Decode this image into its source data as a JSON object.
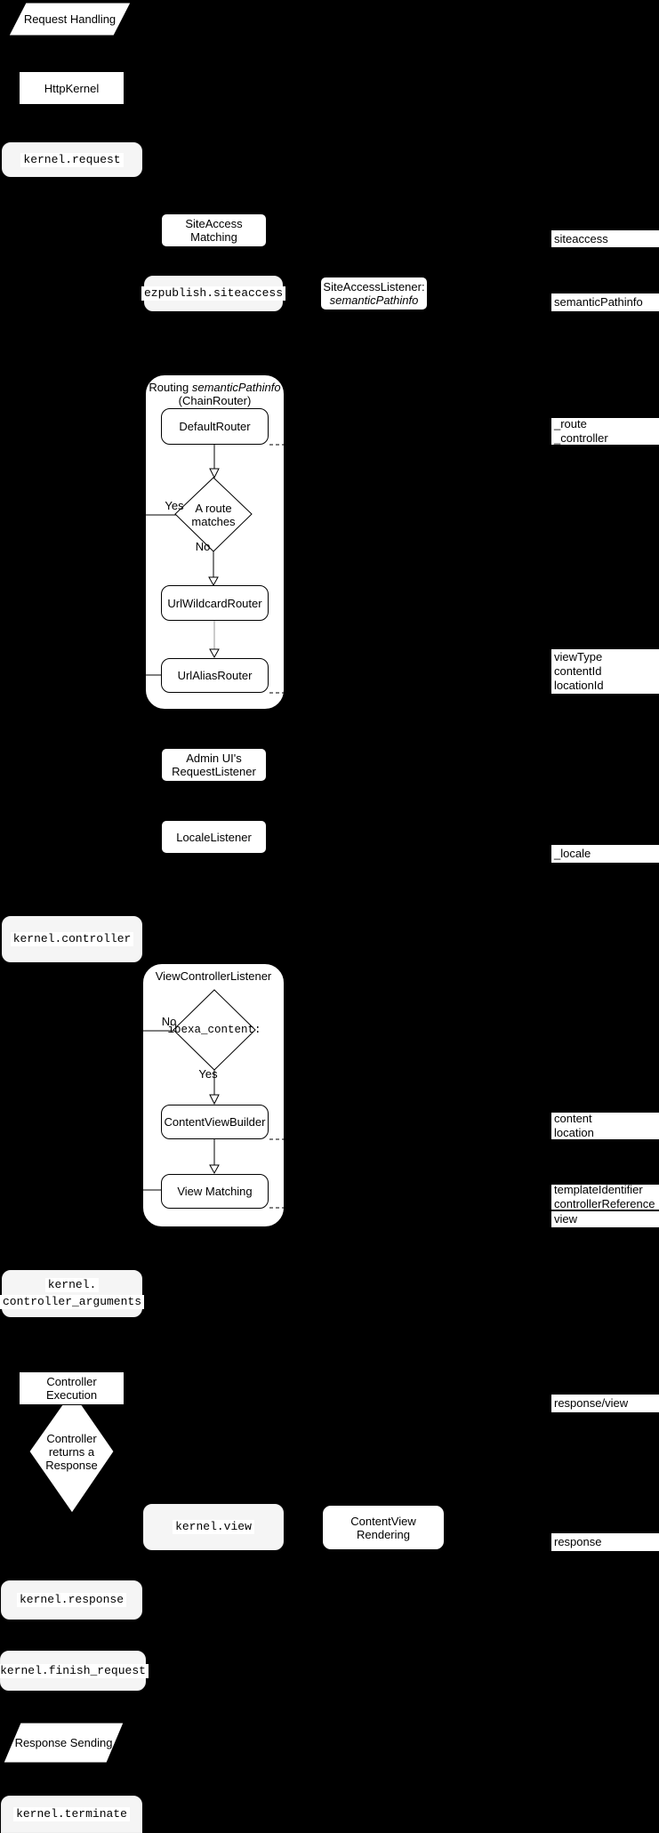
{
  "colors": {
    "background": "#000000",
    "box_fill": "#ffffff",
    "event_fill": "#f5f5f5",
    "stroke": "#000000",
    "gray_arrow": "#999999"
  },
  "nodes": {
    "request_handling": {
      "label": "Request Handling"
    },
    "http_kernel": {
      "label": "HttpKernel"
    },
    "kernel_request": {
      "label": "kernel.request"
    },
    "siteaccess_matching": {
      "label": "SiteAccess Matching"
    },
    "ezpublish_siteaccess": {
      "label": "ezpublish.siteaccess"
    },
    "siteaccess_listener": {
      "line1": "SiteAccessListener:",
      "line2": "semanticPathinfo"
    },
    "routing_container": {
      "title_plain": "Routing ",
      "title_italic": "semanticPathinfo",
      "title_line2": "(ChainRouter)"
    },
    "default_router": {
      "label": "DefaultRouter"
    },
    "route_matches_decision": {
      "label": "A route\nmatches",
      "yes_label": "Yes",
      "no_label": "No"
    },
    "url_wildcard_router": {
      "label": "UrlWildcardRouter"
    },
    "url_alias_router": {
      "label": "UrlAliasRouter"
    },
    "admin_request_listener": {
      "label": "Admin UI's\nRequestListener"
    },
    "locale_listener": {
      "label": "LocaleListener"
    },
    "kernel_controller": {
      "label": "kernel.controller"
    },
    "view_controller_listener": {
      "title": "ViewControllerListener"
    },
    "ibexa_content_decision": {
      "label": "ibexa_content:",
      "no_label": "No",
      "yes_label": "Yes"
    },
    "content_view_builder": {
      "label": "ContentViewBuilder"
    },
    "view_matching": {
      "label": "View Matching"
    },
    "kernel_controller_arguments": {
      "line1": "kernel.",
      "line2": "controller_arguments"
    },
    "controller_execution": {
      "label": "Controller Execution"
    },
    "controller_returns_response_decision": {
      "label": "Controller\nreturns a\nResponse"
    },
    "kernel_view": {
      "label": "kernel.view"
    },
    "contentview_rendering": {
      "label": "ContentView Rendering"
    },
    "kernel_response": {
      "label": "kernel.response"
    },
    "kernel_finish_request": {
      "label": "kernel.finish_request"
    },
    "response_sending": {
      "label": "Response Sending"
    },
    "kernel_terminate": {
      "label": "kernel.terminate"
    }
  },
  "side_labels": {
    "siteaccess": "siteaccess",
    "semantic_pathinfo": "semanticPathinfo",
    "route_controller": "_route\n_controller",
    "view_type_content_location": "viewType\ncontentId\nlocationId",
    "locale": "_locale",
    "content_location": "content\nlocation",
    "template_controller_reference": "templateIdentifier\ncontrollerReference",
    "view": "view",
    "response_view": "response/view",
    "response": "response"
  }
}
